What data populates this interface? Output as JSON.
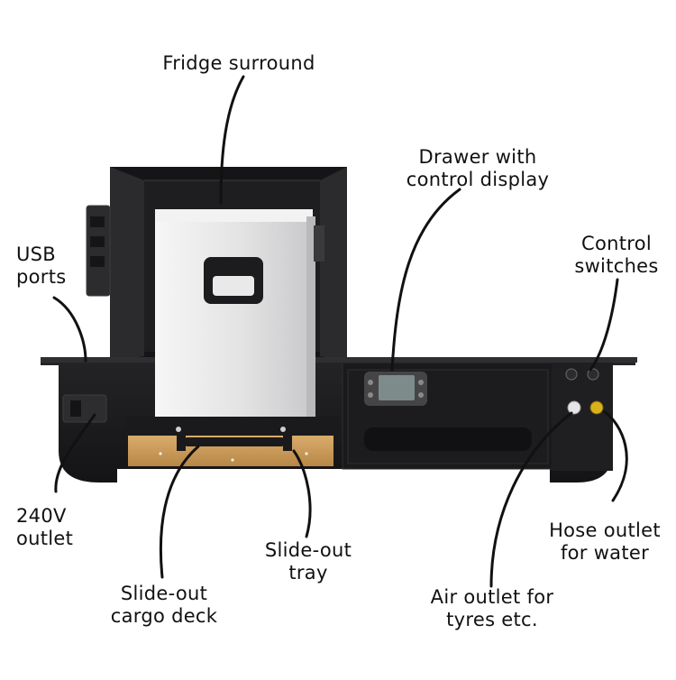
{
  "labels": {
    "fridge_surround": [
      "Fridge surround"
    ],
    "drawer": [
      "Drawer with",
      "control display"
    ],
    "usb": [
      "USB",
      "ports"
    ],
    "control_switches": [
      "Control",
      "switches"
    ],
    "outlet_240v": [
      "240V",
      "outlet"
    ],
    "hose_outlet": [
      "Hose outlet",
      "for water"
    ],
    "slide_out_tray": [
      "Slide-out",
      "tray"
    ],
    "slide_out_cargo": [
      "Slide-out",
      "cargo deck"
    ],
    "air_outlet": [
      "Air outlet for",
      "tyres etc."
    ]
  },
  "colors": {
    "cabinet": "#1b1b1d",
    "cabinet_inner": "#2a2a2d",
    "fridge": "#e4e4e6",
    "wood": "#c9995a",
    "screen": "#7d8c8a",
    "hose_fitting": "#d8b21c",
    "air_fitting": "#e6e6e6"
  }
}
